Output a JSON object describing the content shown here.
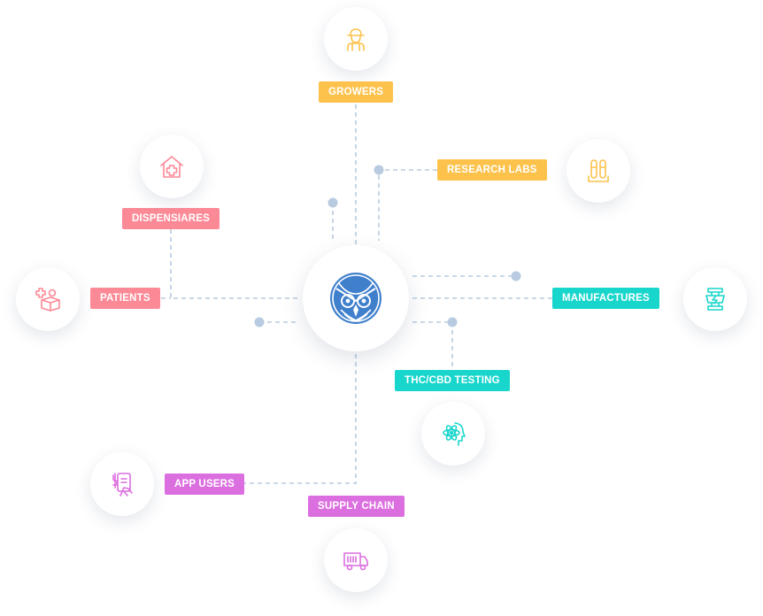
{
  "hub": {
    "icon": "owl-logo-icon"
  },
  "colors": {
    "yellow": "#fcc24b",
    "pink": "#fc8996",
    "teal": "#19d6cc",
    "purple": "#dc6fe0",
    "connector": "#b8cbe0"
  },
  "nodes": [
    {
      "id": "growers",
      "label": "GROWERS",
      "icon": "farmer-icon",
      "color": "yellow"
    },
    {
      "id": "research-labs",
      "label": "RESEARCH LABS",
      "icon": "test-tubes-icon",
      "color": "yellow"
    },
    {
      "id": "dispensiares",
      "label": "DISPENSIARES",
      "icon": "medical-house-icon",
      "color": "pink"
    },
    {
      "id": "patients",
      "label": "PATIENTS",
      "icon": "medical-box-icon",
      "color": "pink"
    },
    {
      "id": "manufactures",
      "label": "MANUFACTURES",
      "icon": "machine-icon",
      "color": "teal"
    },
    {
      "id": "thc-cbd-testing",
      "label": "THC/CBD TESTING",
      "icon": "atom-head-icon",
      "color": "teal"
    },
    {
      "id": "app-users",
      "label": "APP USERS",
      "icon": "mobile-payment-icon",
      "color": "purple"
    },
    {
      "id": "supply-chain",
      "label": "SUPPLY CHAIN",
      "icon": "delivery-truck-icon",
      "color": "purple"
    }
  ]
}
